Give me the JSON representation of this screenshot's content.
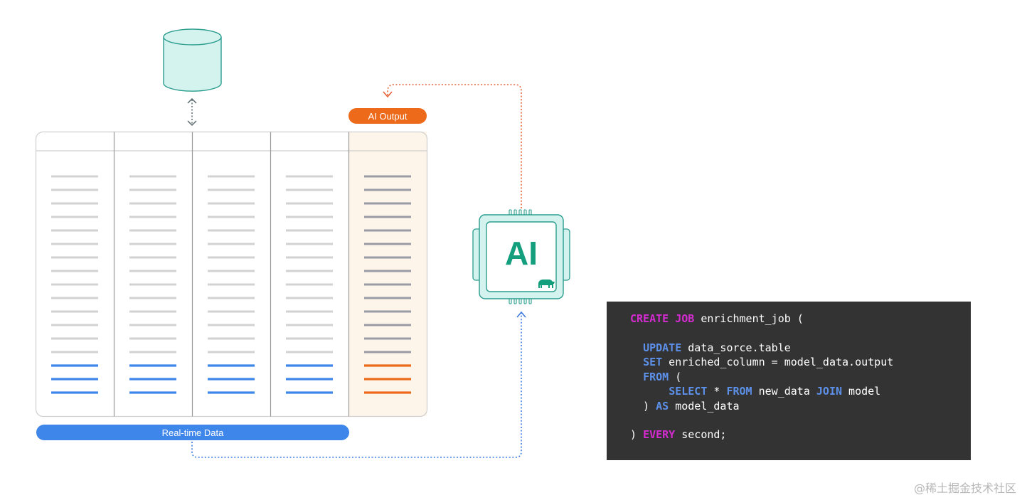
{
  "labels": {
    "ai_output": "AI Output",
    "realtime_data": "Real-time Data",
    "chip": "AI"
  },
  "code": {
    "lines": [
      [
        {
          "t": "CREATE",
          "c": "pink"
        },
        {
          "t": " "
        },
        {
          "t": "JOB",
          "c": "pink"
        },
        {
          "t": " enrichment_job ("
        }
      ],
      [],
      [
        {
          "t": "  "
        },
        {
          "t": "UPDATE",
          "c": "blue"
        },
        {
          "t": " data_sorce.table"
        }
      ],
      [
        {
          "t": "  "
        },
        {
          "t": "SET",
          "c": "blue"
        },
        {
          "t": " enriched_column = model_data.output"
        }
      ],
      [
        {
          "t": "  "
        },
        {
          "t": "FROM",
          "c": "blue"
        },
        {
          "t": " ("
        }
      ],
      [
        {
          "t": "      "
        },
        {
          "t": "SELECT",
          "c": "blue"
        },
        {
          "t": " * "
        },
        {
          "t": "FROM",
          "c": "blue"
        },
        {
          "t": " new_data "
        },
        {
          "t": "JOIN",
          "c": "blue"
        },
        {
          "t": " model"
        }
      ],
      [
        {
          "t": "  ) "
        },
        {
          "t": "AS",
          "c": "blue"
        },
        {
          "t": " model_data"
        }
      ],
      [],
      [
        {
          "t": ") "
        },
        {
          "t": "EVERY",
          "c": "pink"
        },
        {
          "t": " second;"
        }
      ]
    ]
  },
  "watermark": "@稀土掘金技术社区",
  "colors": {
    "accent_orange": "#ec6a1a",
    "accent_blue": "#3e86ea",
    "chip_green": "#139e7d",
    "db_teal": "#d4f2ee",
    "code_bg": "#333334",
    "keyword_pink": "#d42bd0",
    "keyword_blue": "#5d90e8"
  }
}
